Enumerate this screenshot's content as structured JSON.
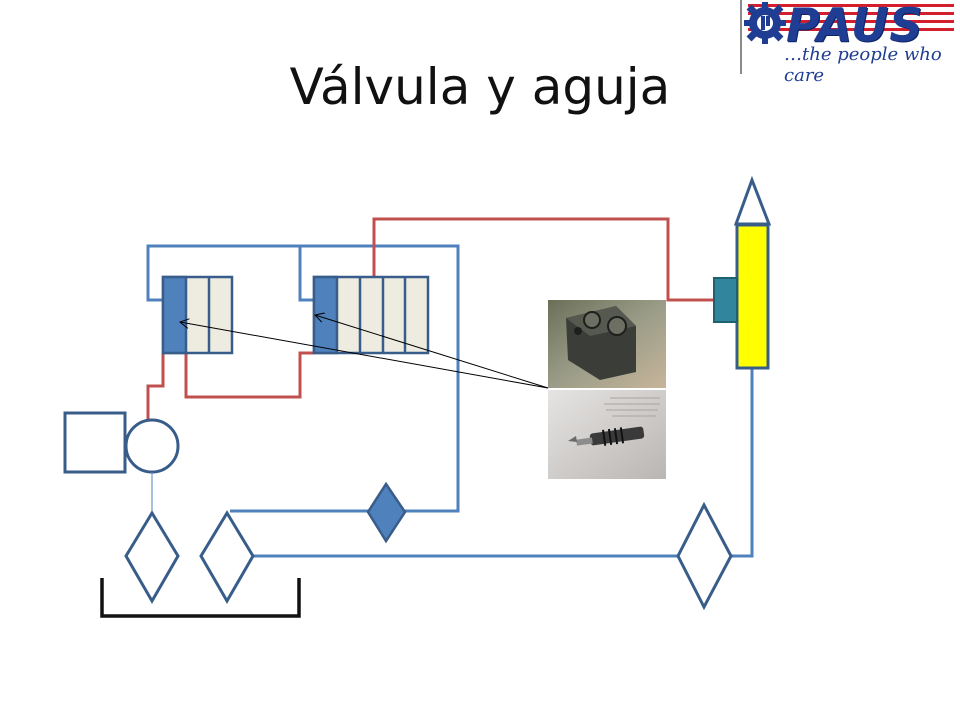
{
  "slide": {
    "title": "Válvula y aguja"
  },
  "logo": {
    "word": "PAUS",
    "tagline": "…the people who care",
    "colors": {
      "brand_blue": "#1f3e93",
      "brand_red": "#d21e2d"
    }
  },
  "colors": {
    "supply_line": "#4f81bd",
    "pressure_line": "#c0504d",
    "symbol_stroke": "#385d8a",
    "valve_fill": "#eeece1",
    "valve_accent": "#4f81bd",
    "cylinder_fill": "#ffff00",
    "cylinder_piston": "#31859c",
    "diamond_fill": "#4f81bd",
    "arrow": "#000000"
  },
  "photos": {
    "top": "valve block photo",
    "bottom": "needle photo"
  }
}
